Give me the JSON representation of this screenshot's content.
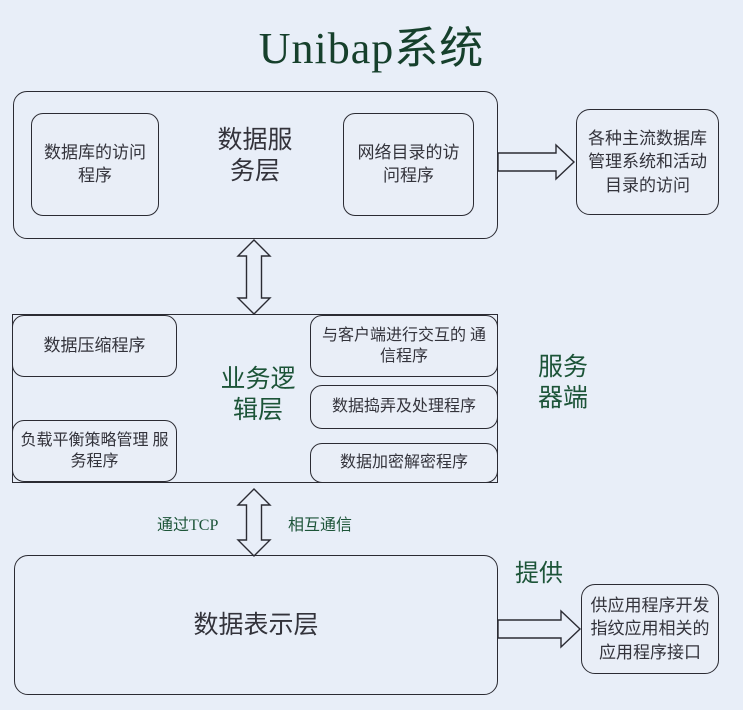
{
  "title": "Unibap系统",
  "colors": {
    "background": "#e8eef8",
    "box_fill": "#e9eef7",
    "border": "#2b2b33",
    "accent_green": "#1c5438",
    "title_green": "#16402c",
    "text": "#33333b"
  },
  "layers": [
    {
      "id": "data-service-layer",
      "label": "数据服\n务层",
      "label_color": "text",
      "programs": [
        {
          "id": "db-access-program",
          "text": "数据库的访问\n程序"
        },
        {
          "id": "network-directory-access-program",
          "text": "网络目录的访\n问程序"
        }
      ],
      "callout": {
        "id": "dbms-ad-access",
        "text": "各种主流数据库\n管理系统和活动\n目录的访问",
        "arrow_label": ""
      }
    },
    {
      "id": "business-logic-layer",
      "label": "业务逻\n辑层",
      "label_color": "accent_green",
      "programs": [
        {
          "id": "data-compression-program",
          "text": "数据压缩程序"
        },
        {
          "id": "load-balancing-policy-management-service-program",
          "text": "负载平衡策略管理\n服务程序"
        },
        {
          "id": "client-interaction-communication-program",
          "text": "与客户端进行交互的\n通信程序"
        },
        {
          "id": "data-handling-processing-program",
          "text": "数据捣弄及处理程序"
        },
        {
          "id": "data-encryption-decryption-program",
          "text": "数据加密解密程序"
        }
      ],
      "side_label": "服务\n器端"
    },
    {
      "id": "data-presentation-layer",
      "label": "数据表示层",
      "label_color": "text",
      "programs": [],
      "callout": {
        "id": "application-programming-interface",
        "text": "供应用程序开发\n指纹应用相关的\n应用程序接口",
        "arrow_label": "提供"
      }
    }
  ],
  "connector_notes": {
    "tcp_left": "通过TCP",
    "tcp_right": "相互通信"
  },
  "arrow_labels": {
    "provide": "提供"
  },
  "icons": {
    "double_arrow_vertical": "double-headed-vertical-arrow",
    "block_arrow_right": "block-arrow-right"
  }
}
